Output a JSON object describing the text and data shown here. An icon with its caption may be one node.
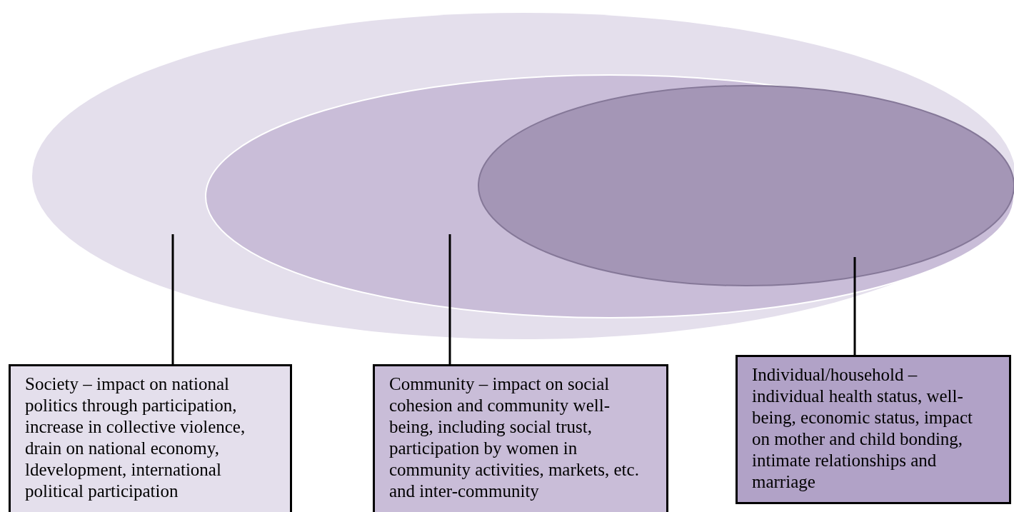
{
  "diagram": {
    "nodes": [
      {
        "text": [],
        "shape": "ellipse"
      },
      {
        "text": [],
        "shape": "ellipse",
        "in": 0
      },
      {
        "text": [],
        "shape": "ellipse",
        "in": 1
      },
      {
        "text": [
          "Society – impact on national politics through participation, increase in collective violence, drain on national economy, ldevelopment, international political participation"
        ]
      },
      {
        "text": [
          "Community – impact on social cohesion and community well-being, including social trust, participation by women in community activities, markets, etc. and inter-community"
        ]
      },
      {
        "text": [
          "Individual/household – individual health status, well-being, economic status, impact on mother and child bonding, intimate relationships and marriage"
        ]
      }
    ],
    "edges": [
      {
        "from": 3,
        "to": 0,
        "arrow": "none"
      },
      {
        "from": 4,
        "to": 1,
        "arrow": "none"
      },
      {
        "from": 5,
        "to": 2,
        "arrow": "none"
      }
    ]
  }
}
